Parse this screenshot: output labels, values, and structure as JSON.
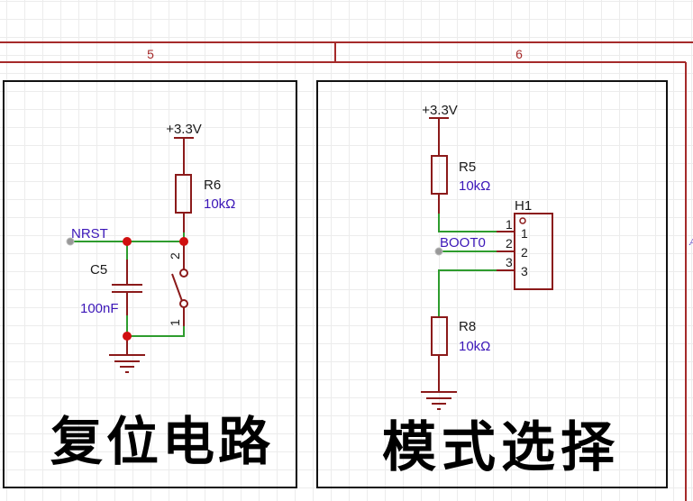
{
  "sheet": {
    "zone_labels": [
      "5",
      "6"
    ],
    "edge_mark": "A"
  },
  "reset_circuit": {
    "title": "复位电路",
    "power_label": "+3.3V",
    "net_label": "NRST",
    "resistor": {
      "designator": "R6",
      "value": "10kΩ"
    },
    "capacitor": {
      "designator": "C5",
      "value": "100nF"
    },
    "switch": {
      "pin_top": "2",
      "pin_bottom": "1"
    }
  },
  "mode_select": {
    "title": "模式选择",
    "power_label": "+3.3V",
    "net_label": "BOOT0",
    "resistor_top": {
      "designator": "R5",
      "value": "10kΩ"
    },
    "resistor_bottom": {
      "designator": "R8",
      "value": "10kΩ"
    },
    "header": {
      "designator": "H1",
      "outer_pins": [
        "1",
        "2",
        "3"
      ],
      "inner_pins": [
        "1",
        "2",
        "3"
      ]
    }
  },
  "colors": {
    "border": "#a52a2a",
    "wire": "#2e9c2e",
    "component": "#8b1a1a",
    "junction": "#d01010",
    "label": "#3b16b8",
    "text": "#1a1a1a"
  }
}
